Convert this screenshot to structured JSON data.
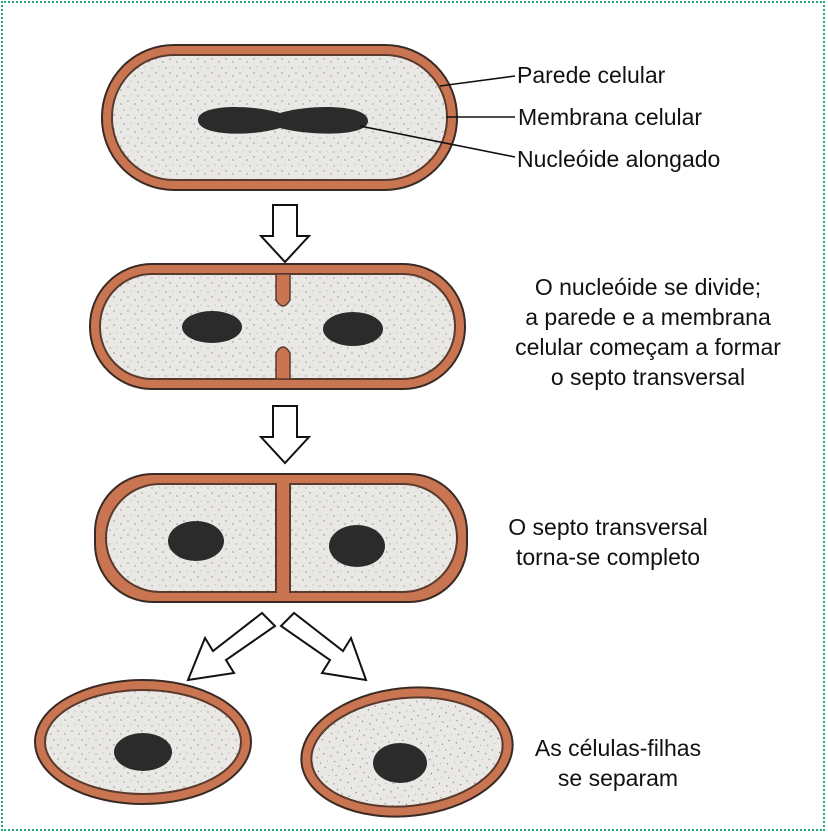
{
  "colors": {
    "wall": "#c97552",
    "wall_outline": "#3a2a24",
    "cytoplasm": "#e9e8e4",
    "nucleoid": "#2b2b2b",
    "border": "#2aa77a"
  },
  "labels": {
    "cell_wall": "Parede celular",
    "cell_membrane": "Membrana celular",
    "nucleoid": "Nucleóide alongado"
  },
  "steps": [
    {
      "lines": [
        "O nucleóide se divide;",
        "a parede e a membrana",
        "celular começam a formar",
        "o septo transversal"
      ]
    },
    {
      "lines": [
        "O septo transversal",
        "torna-se completo"
      ]
    },
    {
      "lines": [
        "As células-filhas",
        "se separam"
      ]
    }
  ]
}
